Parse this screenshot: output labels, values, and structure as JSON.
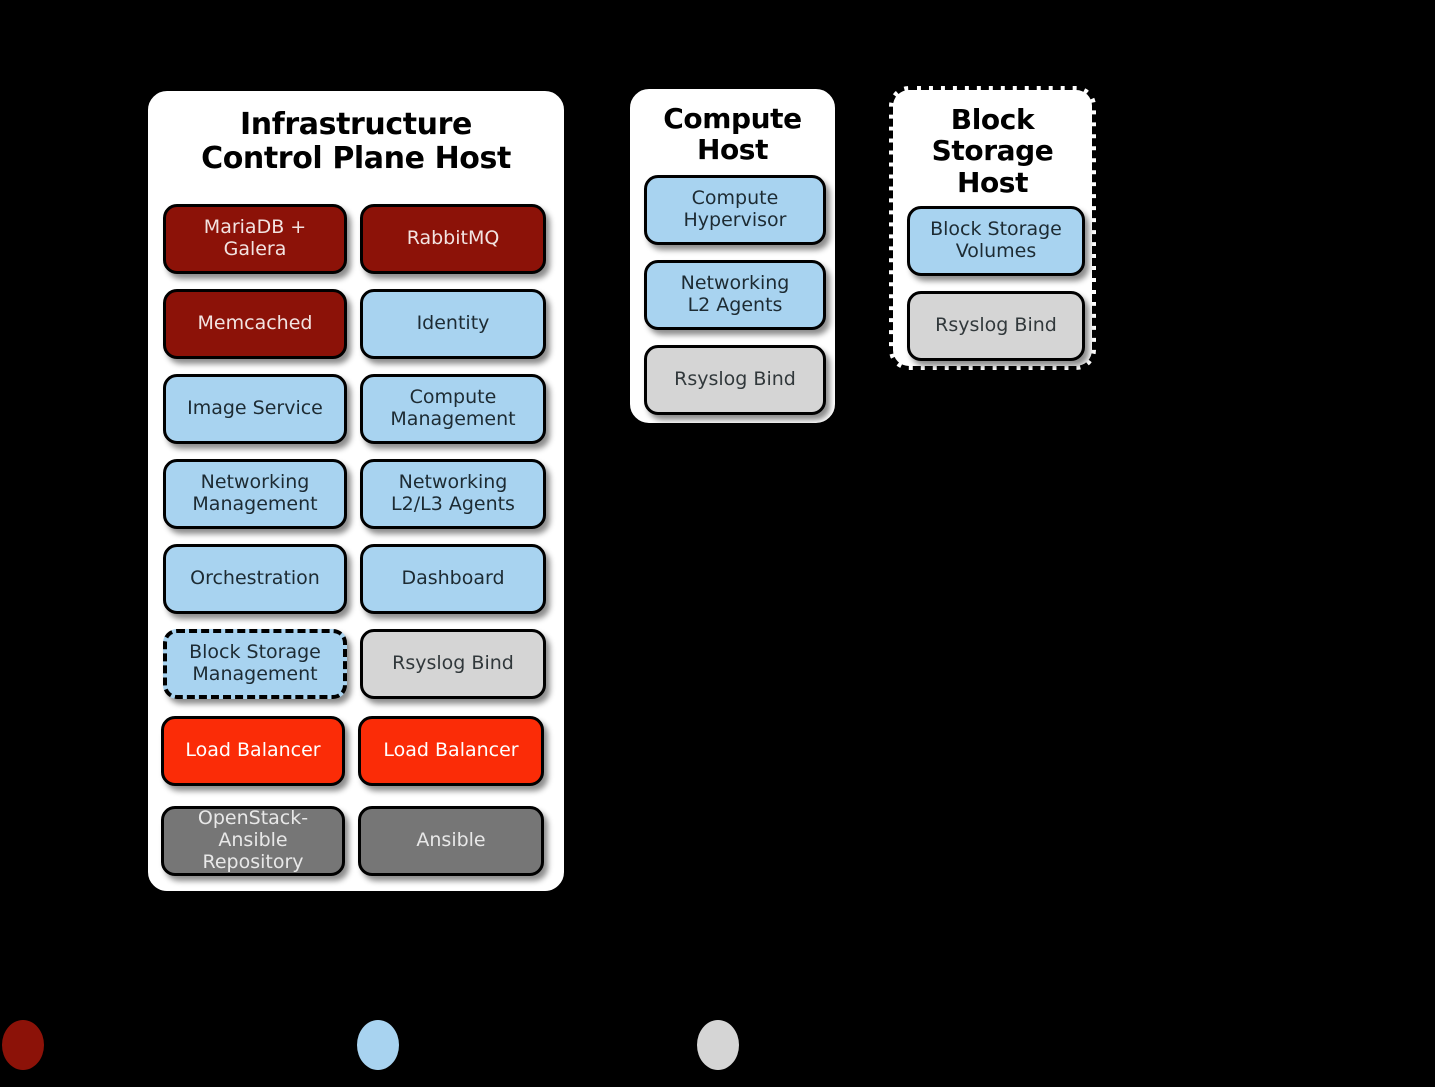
{
  "diagram": {
    "background_color": "#000000",
    "palette": {
      "database_red": "#8c1208",
      "service_blue": "#a8d3f0",
      "support_grey": "#d5d5d5",
      "load_balancer_red": "#fb2c07",
      "deployment_grey": "#767676",
      "panel_white": "#ffffff",
      "outline_black": "#000000"
    }
  },
  "panels": [
    {
      "id": "infrastructure-control-plane-host",
      "title": "Infrastructure\nControl Plane Host",
      "border_style": "solid",
      "services": [
        {
          "label": "MariaDB +\nGalera",
          "color": "database_red",
          "border": "solid",
          "column": "left",
          "row": 0
        },
        {
          "label": "RabbitMQ",
          "color": "database_red",
          "border": "solid",
          "column": "right",
          "row": 0
        },
        {
          "label": "Memcached",
          "color": "database_red",
          "border": "solid",
          "column": "left",
          "row": 1
        },
        {
          "label": "Identity",
          "color": "service_blue",
          "border": "solid",
          "column": "right",
          "row": 1
        },
        {
          "label": "Image Service",
          "color": "service_blue",
          "border": "solid",
          "column": "left",
          "row": 2
        },
        {
          "label": "Compute\nManagement",
          "color": "service_blue",
          "border": "solid",
          "column": "right",
          "row": 2
        },
        {
          "label": "Networking\nManagement",
          "color": "service_blue",
          "border": "solid",
          "column": "left",
          "row": 3
        },
        {
          "label": "Networking\nL2/L3 Agents",
          "color": "service_blue",
          "border": "solid",
          "column": "right",
          "row": 3
        },
        {
          "label": "Orchestration",
          "color": "service_blue",
          "border": "solid",
          "column": "left",
          "row": 4
        },
        {
          "label": "Dashboard",
          "color": "service_blue",
          "border": "solid",
          "column": "right",
          "row": 4
        },
        {
          "label": "Block Storage\nManagement",
          "color": "service_blue",
          "border": "dash-dot",
          "column": "left",
          "row": 5
        },
        {
          "label": "Rsyslog Bind",
          "color": "support_grey",
          "border": "solid",
          "column": "right",
          "row": 5
        },
        {
          "label": "Load Balancer",
          "color": "load_balancer_red",
          "border": "solid",
          "column": "left",
          "row": 6
        },
        {
          "label": "Load Balancer",
          "color": "load_balancer_red",
          "border": "solid",
          "column": "right",
          "row": 6
        },
        {
          "label": "OpenStack-\nAnsible\nRepository",
          "color": "deployment_grey",
          "border": "solid",
          "column": "left",
          "row": 7
        },
        {
          "label": "Ansible",
          "color": "deployment_grey",
          "border": "solid",
          "column": "right",
          "row": 7
        }
      ]
    },
    {
      "id": "compute-host",
      "title": "Compute\nHost",
      "border_style": "solid",
      "services": [
        {
          "label": "Compute\nHypervisor",
          "color": "service_blue",
          "border": "solid",
          "row": 0
        },
        {
          "label": "Networking\nL2 Agents",
          "color": "service_blue",
          "border": "solid",
          "row": 1
        },
        {
          "label": "Rsyslog Bind",
          "color": "support_grey",
          "border": "solid",
          "row": 2
        }
      ]
    },
    {
      "id": "block-storage-host",
      "title": "Block\nStorage\nHost",
      "border_style": "dashed",
      "services": [
        {
          "label": "Block Storage\nVolumes",
          "color": "service_blue",
          "border": "solid",
          "row": 0
        },
        {
          "label": "Rsyslog Bind",
          "color": "support_grey",
          "border": "solid",
          "row": 1
        }
      ]
    }
  ],
  "legend": {
    "items": [
      {
        "swatch_color": "#8c1208",
        "label": ""
      },
      {
        "swatch_color": "#a8d3f0",
        "label": ""
      },
      {
        "swatch_color": "#d5d5d5",
        "label": ""
      }
    ]
  }
}
